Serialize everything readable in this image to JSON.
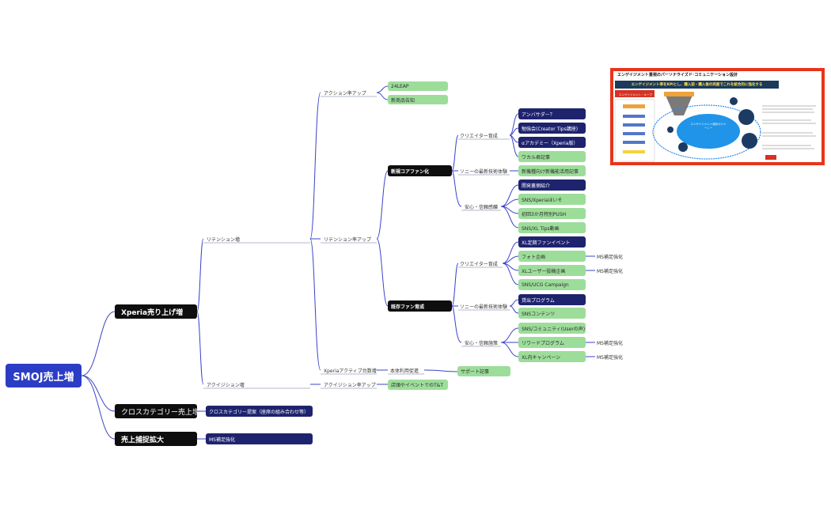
{
  "root": {
    "label": "SMOJ売上増"
  },
  "level1": {
    "xperia": "Xperia売り上げ増",
    "cross": "クロスカテゴリー売上増",
    "sales": "売上捕捉拡大"
  },
  "level2": {
    "retention": "リテンション増",
    "acquisition": "アクイジション増",
    "cross_child": "クロスカテゴリー提案（座席の組み合わせ等）",
    "sales_child": "MS補足強化"
  },
  "level3": {
    "action_up": "アクション率アップ",
    "retention_up": "リテンション率アップ",
    "active_up": "Xperiaアクティブ台数増",
    "acq_up": "アクイジション率アップ"
  },
  "action_children": [
    "24LEAP",
    "新商品告知"
  ],
  "level4": {
    "new_fan": "新規コアファン化",
    "existing_fan": "既存ファン育成",
    "body_usage": "本体利用促進",
    "acq_child": "店頭やイベントでのT&T",
    "support": "サポート記事"
  },
  "new_fan_groups": {
    "creator": "クリエイター育成",
    "sony_tech": "ソニーの最新技術体験",
    "security": "安心・信頼感醸"
  },
  "new_fan_creator": [
    "アンバサダー？",
    "勉強会(Creator Tips講座)",
    "αアカデミー（Xperia版）",
    "ワカル君記事"
  ],
  "new_fan_tech": [
    "新機種向け新機能活用記事"
  ],
  "new_fan_security": [
    "開発裏側紹介",
    "SNS/Xperiaほいそ",
    "初回3か月特別PUSH",
    "SNS/XL Tips動画"
  ],
  "existing_groups": {
    "creator": "クリエイター育成",
    "sony_tech": "ソニーの最新技術体験",
    "security": "安心・信頼施策"
  },
  "existing_creator": [
    "XL定期ファンイベント",
    "フォト企画",
    "XLユーザー投稿企画",
    "SNS/UCG Campaign"
  ],
  "existing_tech": [
    "貸出プログラム",
    "SNSコンテンツ"
  ],
  "existing_security": [
    "SNS/コミュニティ(Userの声)",
    "リワードプログラム",
    "XL内キャンペーン"
  ],
  "ms_label": "MS補足強化",
  "slide": {
    "title": "エンゲイジメント重視のパーソナライズド･コミュニケーション設計",
    "banner": "エンゲイジメント率をKPIとし、購入前・購入後の両面でこれを統合的に強化する",
    "loop_label": "エンゲイジメント・ループ",
    "center_text": "エンゲイジメント強化のジャーニー"
  },
  "colors": {
    "root": "#2b3dc5",
    "connector": "#3b43c8",
    "dark_node": "#0e0e0e",
    "navy_node": "#1e236e",
    "green_node": "#9ddd9a",
    "slide_border": "#e8341c"
  }
}
